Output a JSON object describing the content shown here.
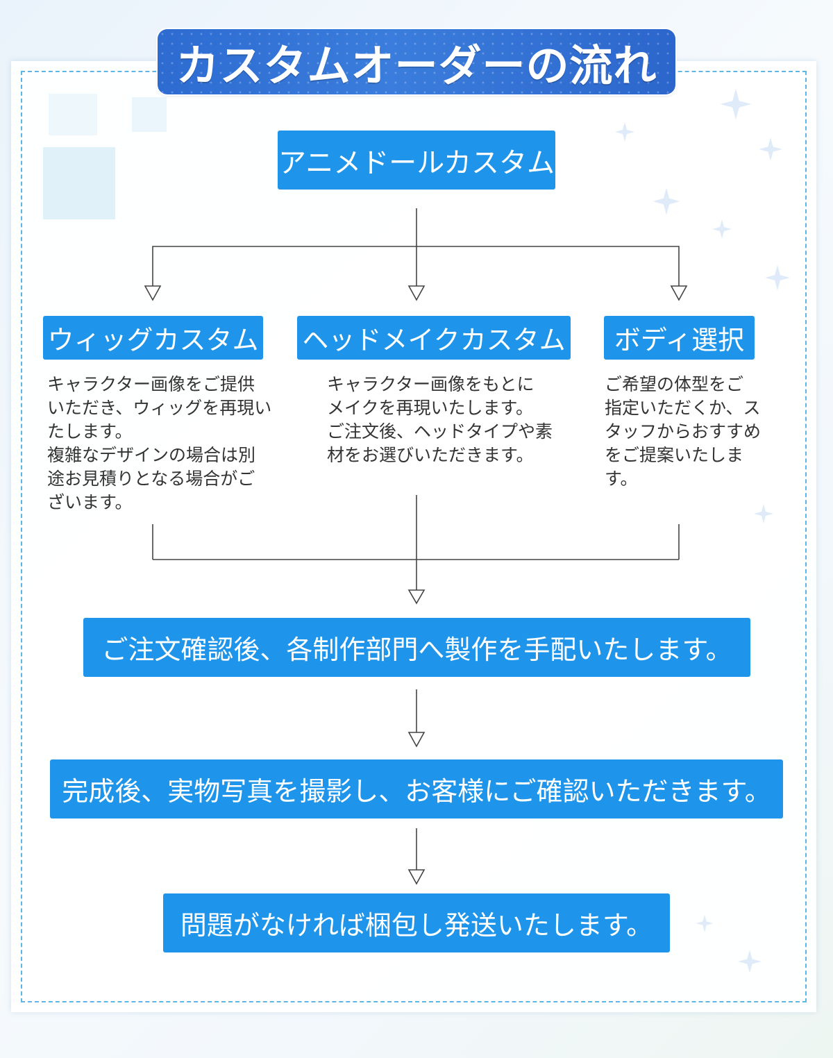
{
  "title": "カスタムオーダーの流れ",
  "flow": {
    "start": "アニメドールカスタム",
    "branches": [
      {
        "label": "ウィッグカスタム",
        "description": [
          "キャラクター画像をご提供",
          "いただき、ウィッグを再現い",
          "たします。",
          "複雑なデザインの場合は別",
          "途お見積りとなる場合がご",
          "ざいます。"
        ]
      },
      {
        "label": "ヘッドメイクカスタム",
        "description": [
          "キャラクター画像をもとに",
          "メイクを再現いたします。",
          "ご注文後、ヘッドタイプや素",
          "材をお選びいただきます。"
        ]
      },
      {
        "label": "ボディ選択",
        "description": [
          "ご希望の体型をご",
          "指定いただくか、ス",
          "タッフからおすすめ",
          "をご提案いたしま",
          "す。"
        ]
      }
    ],
    "steps": [
      "ご注文確認後、各制作部門へ製作を手配いたします。",
      "完成後、実物写真を撮影し、お客様にご確認いただきます。",
      "問題がなければ梱包し発送いたします。"
    ]
  },
  "colors": {
    "box": "#1e95ea",
    "title_badge": "#2f6fd4",
    "border": "#5fb6e6",
    "line": "#444444"
  }
}
